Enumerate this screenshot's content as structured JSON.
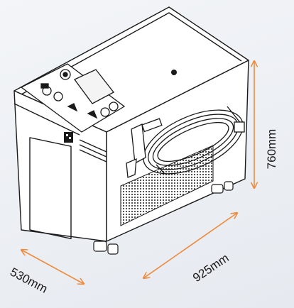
{
  "dimensions": {
    "height": "760mm",
    "length": "925mm",
    "width": "530mm"
  },
  "colors": {
    "dimension_line": "#ee8a3c",
    "outline": "#1a1a1a",
    "body_fill": "#ffffff",
    "shadow": "#d9dde3"
  },
  "icons": [
    "control-panel-icon",
    "power-button-icon",
    "laser-head-icon",
    "brand-logo-icon"
  ]
}
